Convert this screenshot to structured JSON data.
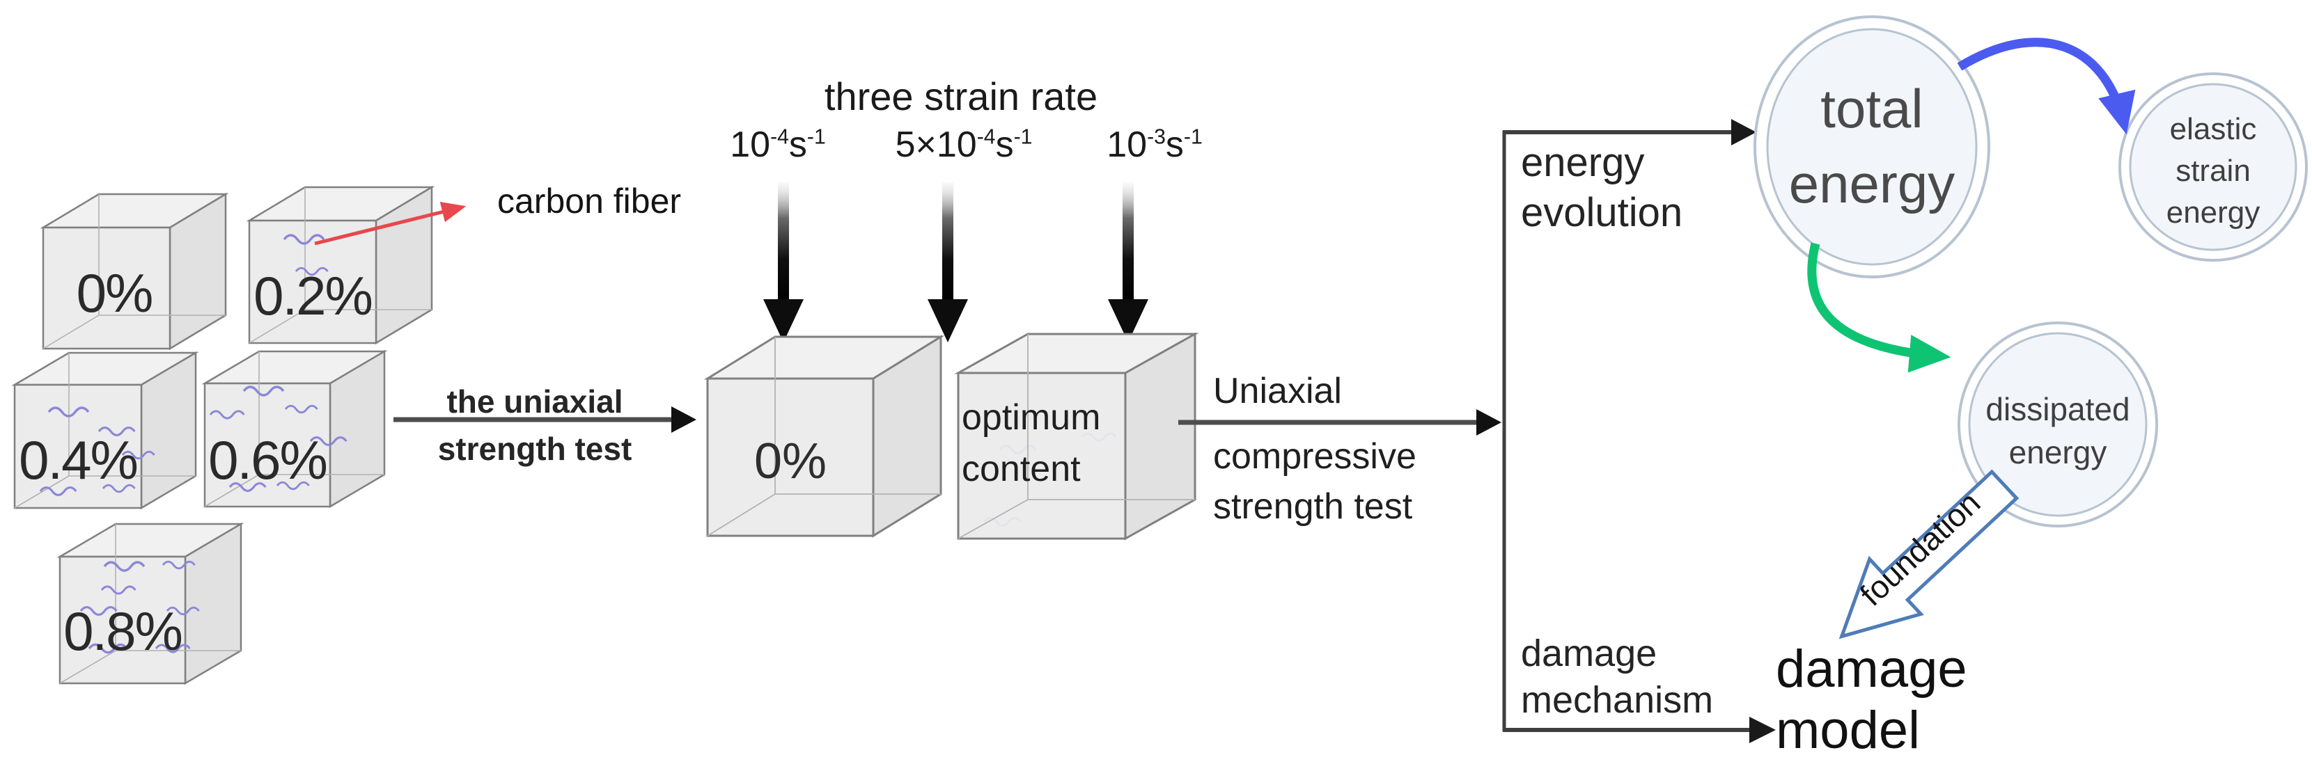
{
  "left_cluster": {
    "cubes": [
      {
        "label": "0%"
      },
      {
        "label": "0.2%"
      },
      {
        "label": "0.4%"
      },
      {
        "label": "0.6%"
      },
      {
        "label": "0.8%"
      }
    ],
    "carbon_fiber_label": "carbon fiber"
  },
  "uniaxial_test_arrow": {
    "line1": "the uniaxial",
    "line2": "strength test"
  },
  "strain": {
    "title": "three strain rate",
    "rates": [
      {
        "base": "10",
        "exp": "-4",
        "unit": "s",
        "unit_exp": "-1"
      },
      {
        "base": "5×10",
        "exp": "-4",
        "unit": "s",
        "unit_exp": "-1"
      },
      {
        "base": "10",
        "exp": "-3",
        "unit": "s",
        "unit_exp": "-1"
      }
    ]
  },
  "center_cubes": {
    "control_label": "0%",
    "optimum_line1": "optimum",
    "optimum_line2": "content"
  },
  "compressive_arrow": {
    "line1": "Uniaxial",
    "line2": "compressive",
    "line3": "strength test"
  },
  "branches": {
    "energy": {
      "line1": "energy",
      "line2": "evolution"
    },
    "damage": {
      "line1": "damage",
      "line2": "mechanism"
    }
  },
  "nodes": {
    "total": {
      "line1": "total",
      "line2": "energy"
    },
    "elastic": {
      "line1": "elastic",
      "line2": "strain",
      "line3": "energy"
    },
    "dissipated": {
      "line1": "dissipated",
      "line2": "energy"
    }
  },
  "foundation_label": "foundation",
  "damage_model": {
    "line1": "damage",
    "line2": "model"
  },
  "colors": {
    "carbon_fiber_arrow": "#e8474d",
    "strain_arrow": "#111111",
    "flow_arrow": "#3f3f3f",
    "energy_split_blue": "#4b5bf0",
    "energy_split_green": "#0ec473",
    "foundation_outline": "#4f7cb8",
    "node_ring": "#b7c3d1",
    "node_fill": "#f2f6fa",
    "cube_fill": "#ebebeb",
    "fiber_mark": "#8b87d8"
  }
}
